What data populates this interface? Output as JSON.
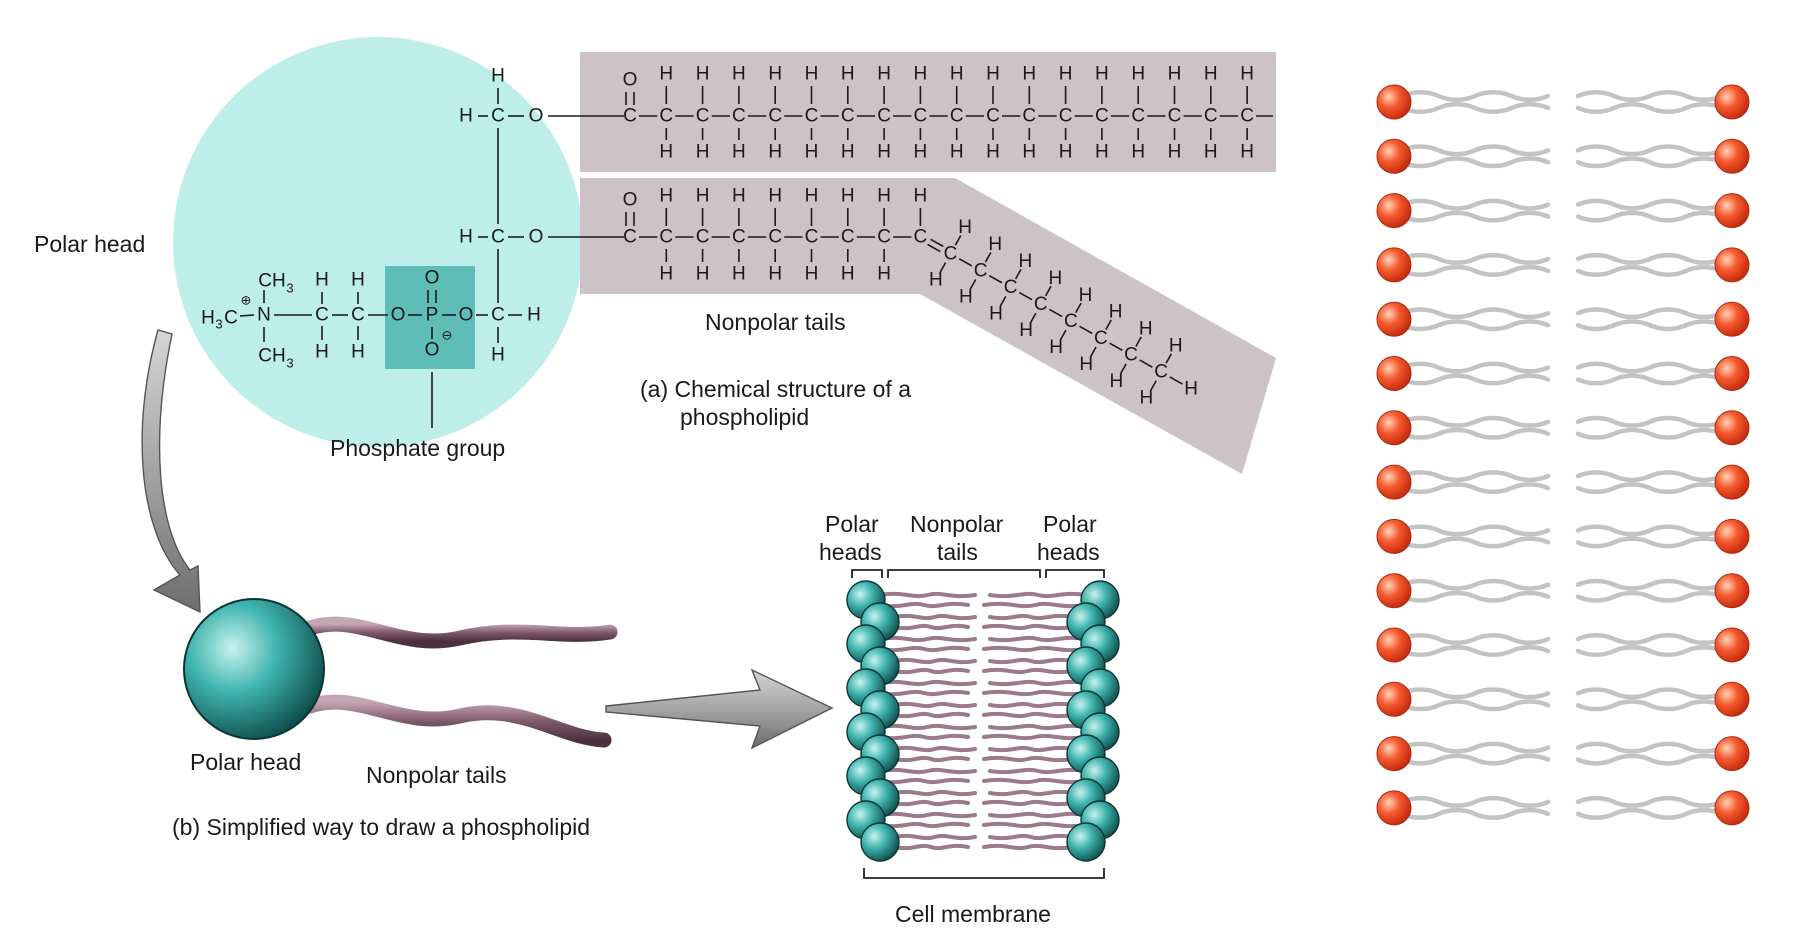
{
  "colors": {
    "polar_head_region": "#bdeeea",
    "tail_band": "#cdc2c5",
    "phosphate_box": "#5fbdb7",
    "head_sphere": "#3aa9a4",
    "tail_tube": "#8a6577",
    "red_head": "#f0502a",
    "grey_tail": "#c3c3c3"
  },
  "labels": {
    "polar_head": "Polar head",
    "phosphate_group": "Phosphate group",
    "nonpolar_tails": "Nonpolar tails",
    "caption_a_line1": "(a) Chemical structure of a",
    "caption_a_line2": "phospholipid",
    "simple_polar_head": "Polar head",
    "simple_nonpolar_tails": "Nonpolar tails",
    "caption_b": "(b) Simplified way to draw a phospholipid",
    "membrane_polar_left_1": "Polar",
    "membrane_polar_left_2": "heads",
    "membrane_nonpolar_1": "Nonpolar",
    "membrane_nonpolar_2": "tails",
    "membrane_polar_right_1": "Polar",
    "membrane_polar_right_2": "heads",
    "cell_membrane": "Cell membrane"
  },
  "chem": {
    "H": "H",
    "C": "C",
    "O": "O",
    "P": "P",
    "N": "N",
    "CH3": "CH",
    "sub3": "3",
    "H3C": "H",
    "plus": "⊕",
    "minus": "⊖",
    "chain1_length": 18,
    "chain2_straight": 9,
    "chain2_bent": 8
  },
  "right_bilayer": {
    "rows": 14
  }
}
